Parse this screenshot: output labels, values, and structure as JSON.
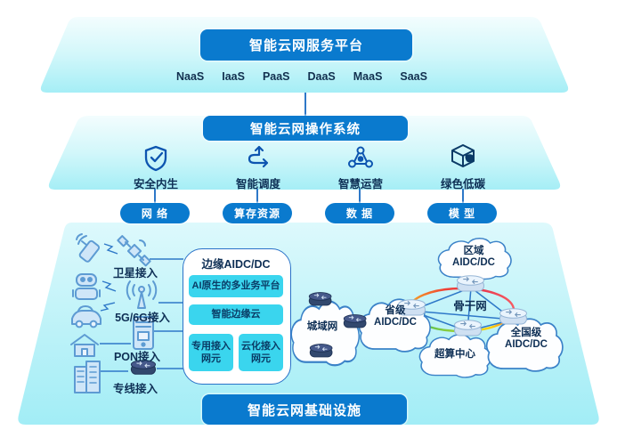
{
  "colors": {
    "primary_blue": "#0a7ace",
    "cyan_panel": "#3ad5ee",
    "navy_text": "#0e2f55",
    "line_blue": "#2e78c8",
    "layer_cyan": "#a5eef6"
  },
  "icons": {
    "security": "shield-check-icon",
    "scheduling": "dispatch-arrows-icon",
    "operation": "network-nodes-icon",
    "green": "green-cube-icon",
    "terminals": [
      "satellite-phone-icon",
      "robot-icon",
      "car-icon",
      "house-icon",
      "building-icon"
    ],
    "access": [
      "satellite-icon",
      "5g-tower-icon",
      "onu-server-icon",
      "access-router-icon"
    ]
  },
  "layer1": {
    "title": "智能云网服务平台",
    "services": [
      "NaaS",
      "IaaS",
      "PaaS",
      "DaaS",
      "MaaS",
      "SaaS"
    ]
  },
  "layer2": {
    "title": "智能云网操作系统",
    "capabilities": [
      {
        "label": "安全内生",
        "icon": "shield-check-icon",
        "resource": "网 络"
      },
      {
        "label": "智能调度",
        "icon": "dispatch-arrows-icon",
        "resource": "算存资源"
      },
      {
        "label": "智慧运营",
        "icon": "network-nodes-icon",
        "resource": "数 据"
      },
      {
        "label": "绿色低碳",
        "icon": "green-cube-icon",
        "resource": "模 型"
      }
    ]
  },
  "layer3": {
    "title": "智能云网基础设施",
    "access_points": [
      {
        "label": "卫星接入",
        "icon": "satellite-icon"
      },
      {
        "label": "5G/6G接入",
        "icon": "5g-tower-icon"
      },
      {
        "label": "PON接入",
        "icon": "onu-server-icon"
      },
      {
        "label": "专线接入",
        "icon": "access-router-icon"
      }
    ],
    "edge_box": {
      "title": "边缘AIDC/DC",
      "platforms": [
        "AI原生的多业务平台",
        "智能边缘云"
      ],
      "elements": [
        "专用接入网元",
        "云化接入网元"
      ]
    },
    "backbone_label": "骨干网",
    "clouds": {
      "metro": {
        "lines": [
          "城域网"
        ]
      },
      "provincial": {
        "lines": [
          "省级",
          "AIDC/DC"
        ]
      },
      "regional": {
        "lines": [
          "区域",
          "AIDC/DC"
        ]
      },
      "supercomputing": {
        "lines": [
          "超算中心"
        ]
      },
      "national": {
        "lines": [
          "全国级",
          "AIDC/DC"
        ]
      }
    }
  }
}
